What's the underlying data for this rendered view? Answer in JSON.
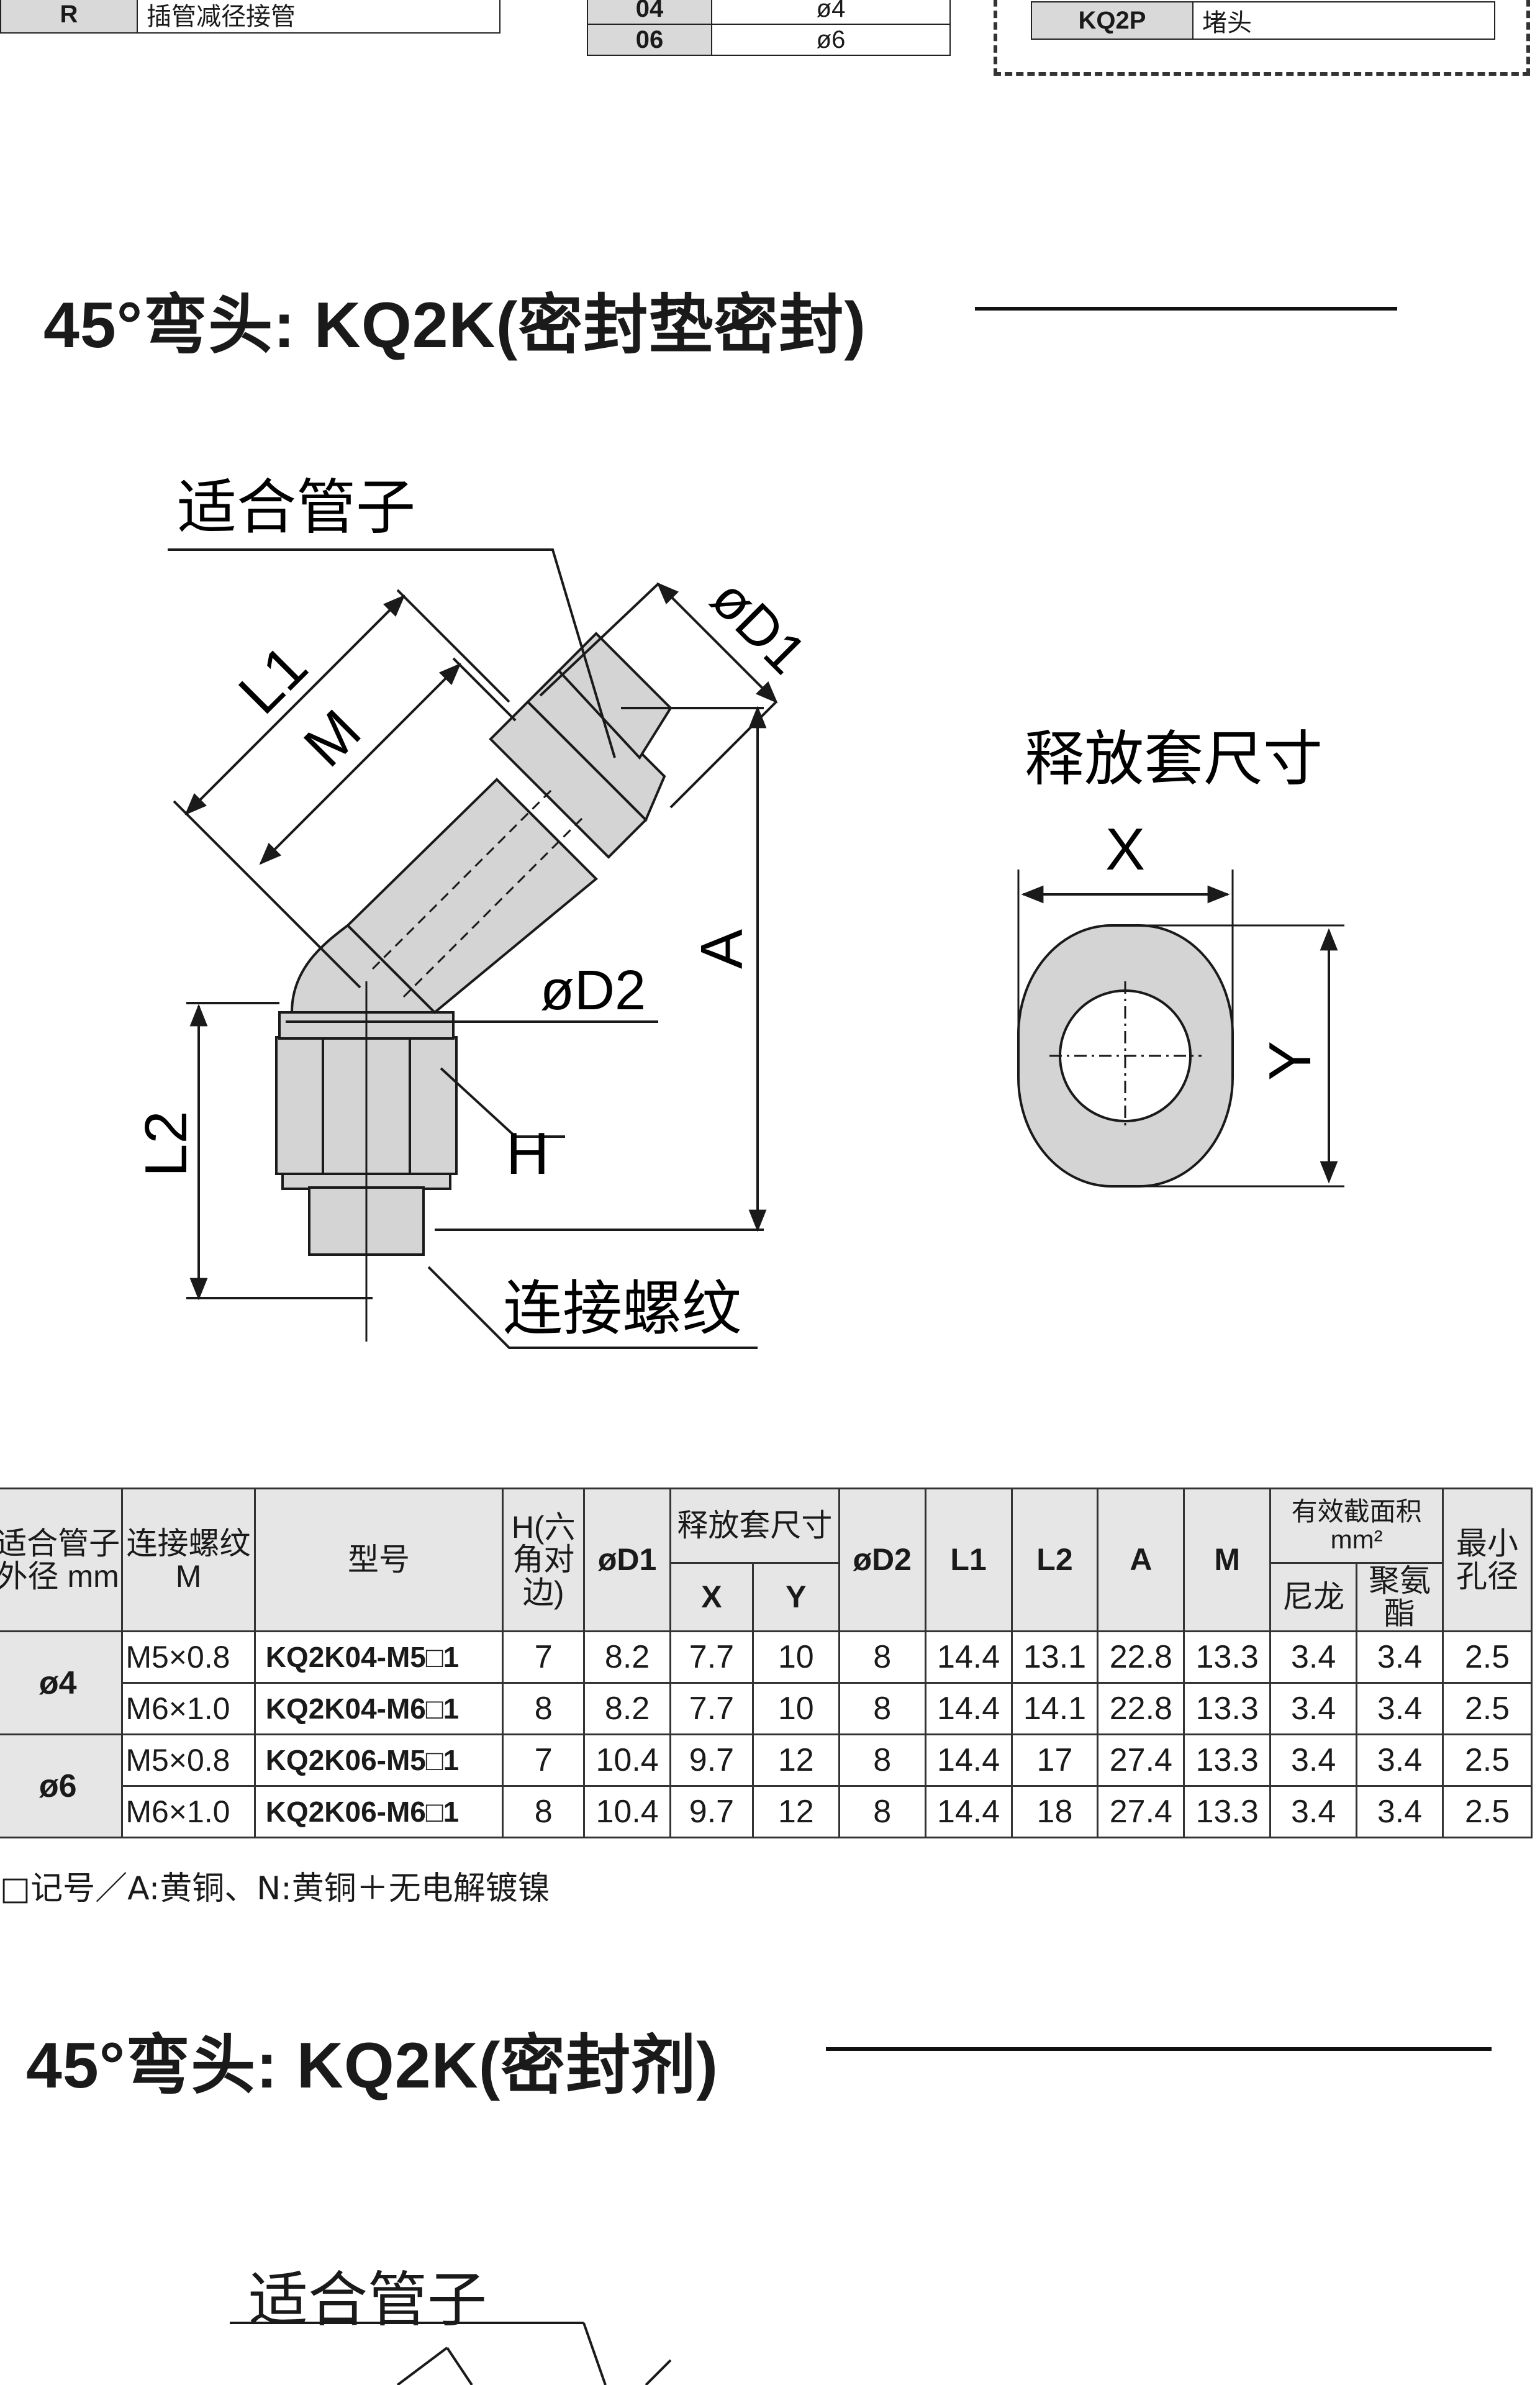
{
  "top_fragment": {
    "left_table": {
      "code": "R",
      "desc": "插管减径接管"
    },
    "middle_table": {
      "rows": [
        {
          "code": "04",
          "value": "ø4"
        },
        {
          "code": "06",
          "value": "ø6"
        }
      ]
    },
    "right_table": {
      "code": "KQ2P",
      "desc": "堵头"
    }
  },
  "section1": {
    "title": "45°弯头: KQ2K(密封垫密封)",
    "diagram": {
      "tube_label": "适合管子",
      "thread_label": "连接螺纹",
      "release_label": "释放套尺寸",
      "dims": {
        "L1": "L1",
        "M": "M",
        "D1": "øD1",
        "D2": "øD2",
        "A": "A",
        "L2": "L2",
        "H": "H",
        "X": "X",
        "Y": "Y"
      }
    },
    "table": {
      "headers": {
        "tube_od": "适合管子外径 mm",
        "thread": "连接螺纹M",
        "model": "型号",
        "H": "H(六角对边)",
        "D1": "øD1",
        "release": "释放套尺寸",
        "X": "X",
        "Y": "Y",
        "D2": "øD2",
        "L1": "L1",
        "L2": "L2",
        "A": "A",
        "M": "M",
        "area": "有效截面积mm²",
        "nylon": "尼龙",
        "pu": "聚氨酯",
        "min_bore": "最小孔径"
      },
      "groups": [
        {
          "tube": "ø4",
          "rows": [
            {
              "thread": "M5×0.8",
              "model": "KQ2K04-M5□1",
              "H": "7",
              "D1": "8.2",
              "X": "7.7",
              "Y": "10",
              "D2": "8",
              "L1": "14.4",
              "L2": "13.1",
              "A": "22.8",
              "M": "13.3",
              "nylon": "3.4",
              "pu": "3.4",
              "bore": "2.5"
            },
            {
              "thread": "M6×1.0",
              "model": "KQ2K04-M6□1",
              "H": "8",
              "D1": "8.2",
              "X": "7.7",
              "Y": "10",
              "D2": "8",
              "L1": "14.4",
              "L2": "14.1",
              "A": "22.8",
              "M": "13.3",
              "nylon": "3.4",
              "pu": "3.4",
              "bore": "2.5"
            }
          ]
        },
        {
          "tube": "ø6",
          "rows": [
            {
              "thread": "M5×0.8",
              "model": "KQ2K06-M5□1",
              "H": "7",
              "D1": "10.4",
              "X": "9.7",
              "Y": "12",
              "D2": "8",
              "L1": "14.4",
              "L2": "17",
              "A": "27.4",
              "M": "13.3",
              "nylon": "3.4",
              "pu": "3.4",
              "bore": "2.5"
            },
            {
              "thread": "M6×1.0",
              "model": "KQ2K06-M6□1",
              "H": "8",
              "D1": "10.4",
              "X": "9.7",
              "Y": "12",
              "D2": "8",
              "L1": "14.4",
              "L2": "18",
              "A": "27.4",
              "M": "13.3",
              "nylon": "3.4",
              "pu": "3.4",
              "bore": "2.5"
            }
          ]
        }
      ],
      "note": "□记号／A:黄铜、N:黄铜＋无电解镀镍"
    }
  },
  "section2": {
    "title": "45°弯头: KQ2K(密封剂)",
    "tube_label": "适合管子"
  },
  "colors": {
    "part_fill": "#d4d4d4",
    "line": "#1a1a1a",
    "header_bg": "#e6e6e6"
  }
}
